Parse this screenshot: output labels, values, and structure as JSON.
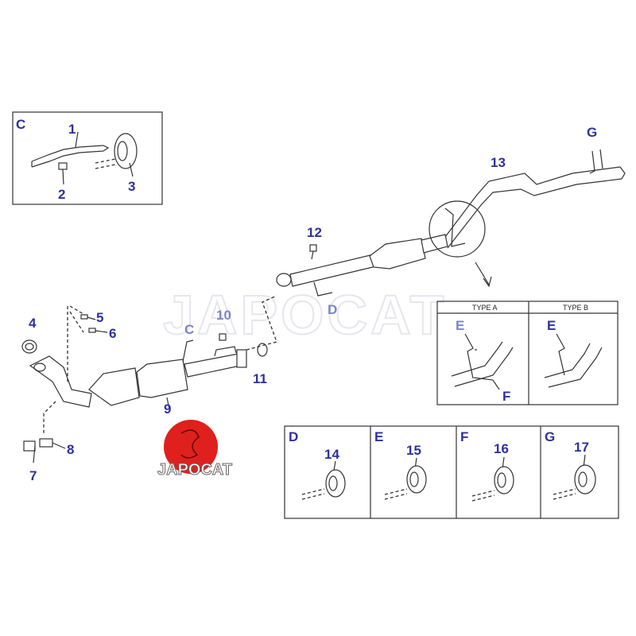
{
  "watermark": "JAPOCAT",
  "logo": {
    "text": "JAPOCAT",
    "color": "#e0201c"
  },
  "label_color": "#2f2fa0",
  "inset_c": {
    "letter": "C",
    "parts": [
      "1",
      "2",
      "3"
    ]
  },
  "main_labels": {
    "p4": "4",
    "p5": "5",
    "p6": "6",
    "p7": "7",
    "p8": "8",
    "p9": "9",
    "p10": "10",
    "p11": "11",
    "p12": "12",
    "p13": "13",
    "ref_c": "C",
    "ref_d": "D",
    "ref_g": "G"
  },
  "type_box": {
    "type_a": "TYPE A",
    "type_b": "TYPE B",
    "a_e": "E",
    "a_f": "F",
    "b_e": "E"
  },
  "hanger_boxes": [
    {
      "letter": "D",
      "part": "14"
    },
    {
      "letter": "E",
      "part": "15"
    },
    {
      "letter": "F",
      "part": "16"
    },
    {
      "letter": "G",
      "part": "17"
    }
  ]
}
